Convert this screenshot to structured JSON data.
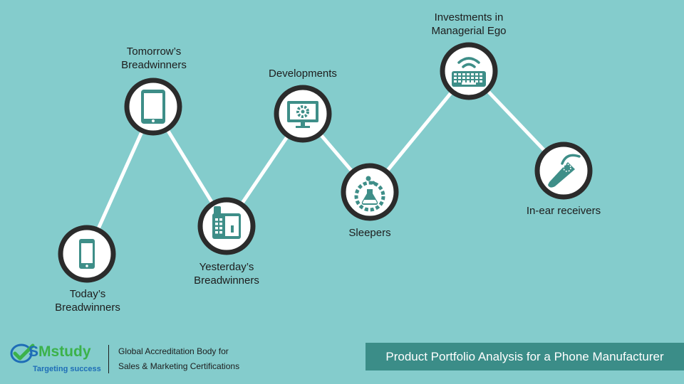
{
  "colors": {
    "background": "#84cccc",
    "ring": "#2b2b2b",
    "disk": "#ffffff",
    "icon": "#3e8e88",
    "connector": "#ffffff",
    "title_bar": "#3b8d88",
    "brand": "#1e6db7",
    "brand_check": "#3bb24a"
  },
  "nodes": [
    {
      "id": "todays-breadwinners",
      "label": "Today’s\nBreadwinners",
      "icon": "smartphone-icon"
    },
    {
      "id": "tomorrows-breadwinners",
      "label": "Tomorrow’s\nBreadwinners",
      "icon": "tablet-icon"
    },
    {
      "id": "yesterdays-breadwinners",
      "label": "Yesterday’s\nBreadwinners",
      "icon": "desk-phone-icon"
    },
    {
      "id": "developments",
      "label": "Developments",
      "icon": "monitor-gear-icon"
    },
    {
      "id": "sleepers",
      "label": "Sleepers",
      "icon": "flask-gear-icon"
    },
    {
      "id": "investments-in-managerial-ego",
      "label": "Investments in\nManagerial Ego",
      "icon": "wireless-keyboard-icon"
    },
    {
      "id": "in-ear-receivers",
      "label": "In-ear receivers",
      "icon": "bluetooth-headset-icon"
    }
  ],
  "footer": {
    "logo_brand_prefix": "S",
    "logo_brand_suffix": "Mstudy",
    "logo_tagline": "Targeting success",
    "accreditation_line1": "Global Accreditation Body for",
    "accreditation_line2": "Sales & Marketing Certifications",
    "title": "Product Portfolio Analysis for a Phone Manufacturer"
  }
}
